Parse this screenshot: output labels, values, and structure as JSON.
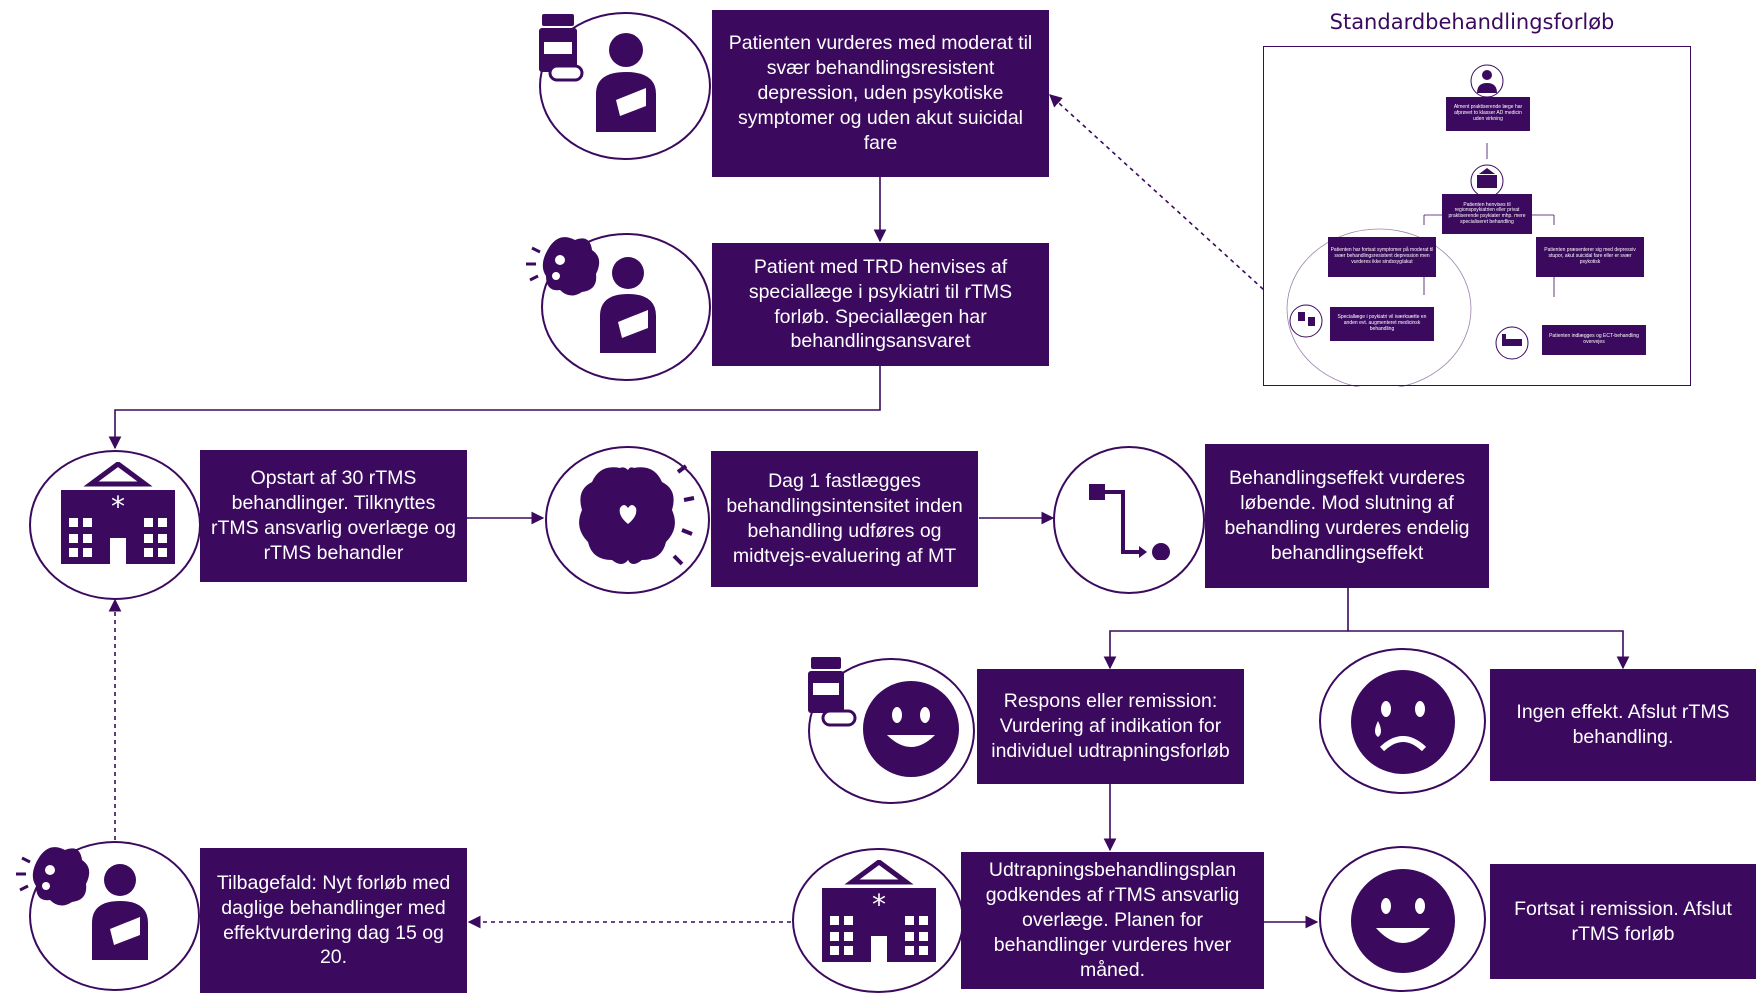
{
  "steps": {
    "assessment": "Patienten vurderes med moderat til svær behandlingsresistent depression, uden psykotiske symptomer og uden akut suicidal fare",
    "referral": "Patient med TRD henvises af speciallæge i psykiatri til rTMS forløb. Speciallægen har behandlingsansvaret",
    "start": "Opstart af 30 rTMS behandlinger. Tilknyttes rTMS ansvarlig overlæge og rTMS behandler",
    "day1": "Dag 1 fastlægges behandlingsintensitet inden behandling udføres og midtvejs-evaluering af MT",
    "effect": "Behandlingseffekt vurderes løbende. Mod slutning af behandling vurderes endelig behandlingseffekt",
    "response": "Respons eller remission: Vurdering af indikation for individuel udtrapningsforløb",
    "no_effect": "Ingen effekt. Afslut rTMS behandling.",
    "taper_plan": "Udtrapningsbehandlingsplan godkendes af rTMS ansvarlig overlæge. Planen for behandlinger vurderes hver måned.",
    "remission": "Fortsat i remission. Afslut rTMS forløb",
    "relapse": "Tilbagefald: Nyt forløb med daglige behandlinger med effektvurdering dag 15 og 20."
  },
  "reference": {
    "title": "Standardbehandlingsforløb",
    "gp": "Alment praktiserende læge har afprøvet to klasser AD medicin uden virkning",
    "referral": "Patienten henvises til regionspsykiatrien eller privat praktiserende psykiater mhp. mere specialiseret behandling",
    "moderate": "Patienten har fortsat symptomer på moderat til svær behandlingsresistent depression men vurderes ikke sindssyg/akut",
    "severe": "Patienten præsenterer sig med depressiv stupor, akut suicidal fare eller er svær psykotisk",
    "augmented": "Speciallæge i psykiatri vil iværksætte en anden evt. augmenteret medicinsk behandling",
    "ect": "Patienten indlægges og ECT-behandling overvejes"
  },
  "colors": {
    "primary": "#3b0a5e",
    "background": "#ffffff"
  },
  "icons": [
    "patient-medicine-icon",
    "patient-brain-icon",
    "hospital-icon",
    "brain-heart-icon",
    "path-icon",
    "smiley-medicine-icon",
    "sad-face-icon",
    "hospital-icon",
    "smiley-icon",
    "patient-brain-icon"
  ]
}
